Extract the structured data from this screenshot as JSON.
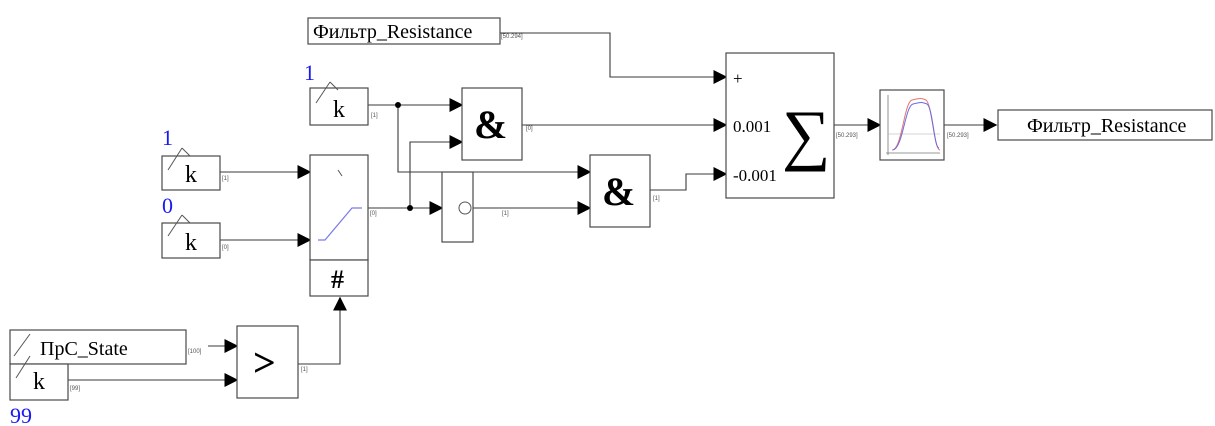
{
  "filter_input": {
    "label": "Фильтр_Resistance",
    "port": "[50.294]"
  },
  "filter_output": {
    "label": "Фильтр_Resistance"
  },
  "state_input": {
    "label": "ПрС_State",
    "port": "[100]"
  },
  "constants": [
    {
      "id": "k1",
      "value": "1",
      "symbol": "k",
      "port": "[1]"
    },
    {
      "id": "k2",
      "value": "1",
      "symbol": "k",
      "port": "[1]"
    },
    {
      "id": "k3",
      "value": "0",
      "symbol": "k",
      "port": "[0]"
    },
    {
      "id": "k4",
      "value": "99",
      "symbol": "k",
      "port": "[99]"
    }
  ],
  "and_block_1": {
    "symbol": "&",
    "port": "[0]"
  },
  "and_block_2": {
    "symbol": "&",
    "port": "[1]"
  },
  "not_block": {
    "port": "[1]"
  },
  "switch_block": {
    "symbol": "#",
    "port": "[0]"
  },
  "compare_block": {
    "symbol": ">",
    "port": "[1]"
  },
  "sum_block": {
    "symbol": "∑",
    "inputs": [
      "+",
      "0.001",
      "-0.001"
    ],
    "port": "[50.293]"
  },
  "filter_block": {
    "port": "[50.293]"
  }
}
